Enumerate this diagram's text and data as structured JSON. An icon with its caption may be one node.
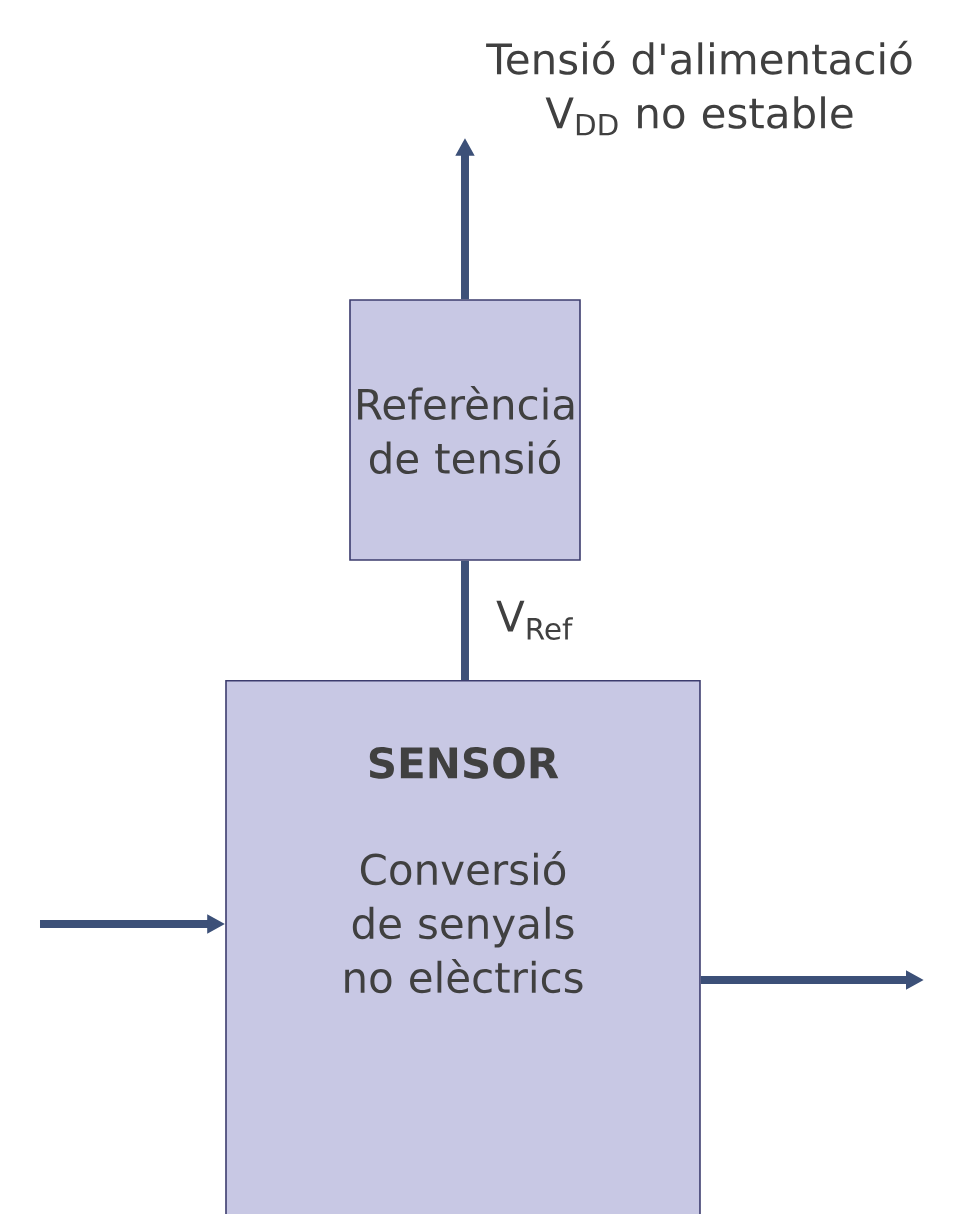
{
  "diagram": {
    "nodes": [
      {
        "text": [
          "Tensió d'alimentació V$_{DD}$ no estable"
        ]
      },
      {
        "text": [
          "Referència de tensió"
        ]
      },
      {
        "text": [
          "SENSOR",
          "Conversió de senyals no elèctrics"
        ]
      }
    ],
    "edges": [
      {
        "from": 1,
        "to": 0,
        "arrow": "to"
      },
      {
        "from": 1,
        "to": 2,
        "arrow": "none",
        "label": "V$_{Ref}$"
      },
      {
        "from": null,
        "to": 2,
        "arrow": "to"
      },
      {
        "from": 2,
        "to": null,
        "arrow": "to"
      }
    ]
  }
}
